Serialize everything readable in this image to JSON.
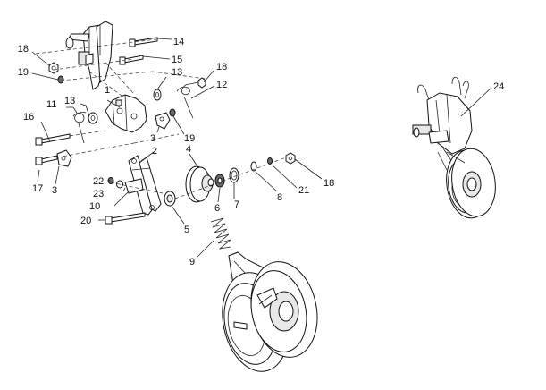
{
  "callouts": [
    {
      "id": "c1",
      "text": "1"
    },
    {
      "id": "c2",
      "text": "2"
    },
    {
      "id": "c3a",
      "text": "3"
    },
    {
      "id": "c3b",
      "text": "3"
    },
    {
      "id": "c4",
      "text": "4"
    },
    {
      "id": "c5",
      "text": "5"
    },
    {
      "id": "c6",
      "text": "6"
    },
    {
      "id": "c7",
      "text": "7"
    },
    {
      "id": "c8",
      "text": "8"
    },
    {
      "id": "c9",
      "text": "9"
    },
    {
      "id": "c10",
      "text": "10"
    },
    {
      "id": "c11",
      "text": "11"
    },
    {
      "id": "c12",
      "text": "12"
    },
    {
      "id": "c13a",
      "text": "13"
    },
    {
      "id": "c13b",
      "text": "13"
    },
    {
      "id": "c14",
      "text": "14"
    },
    {
      "id": "c15",
      "text": "15"
    },
    {
      "id": "c16",
      "text": "16"
    },
    {
      "id": "c17",
      "text": "17"
    },
    {
      "id": "c18a",
      "text": "18"
    },
    {
      "id": "c18b",
      "text": "18"
    },
    {
      "id": "c18c",
      "text": "18"
    },
    {
      "id": "c19a",
      "text": "19"
    },
    {
      "id": "c19b",
      "text": "19"
    },
    {
      "id": "c20",
      "text": "20"
    },
    {
      "id": "c21",
      "text": "21"
    },
    {
      "id": "c22",
      "text": "22"
    },
    {
      "id": "c23",
      "text": "23"
    },
    {
      "id": "c24",
      "text": "24"
    }
  ]
}
